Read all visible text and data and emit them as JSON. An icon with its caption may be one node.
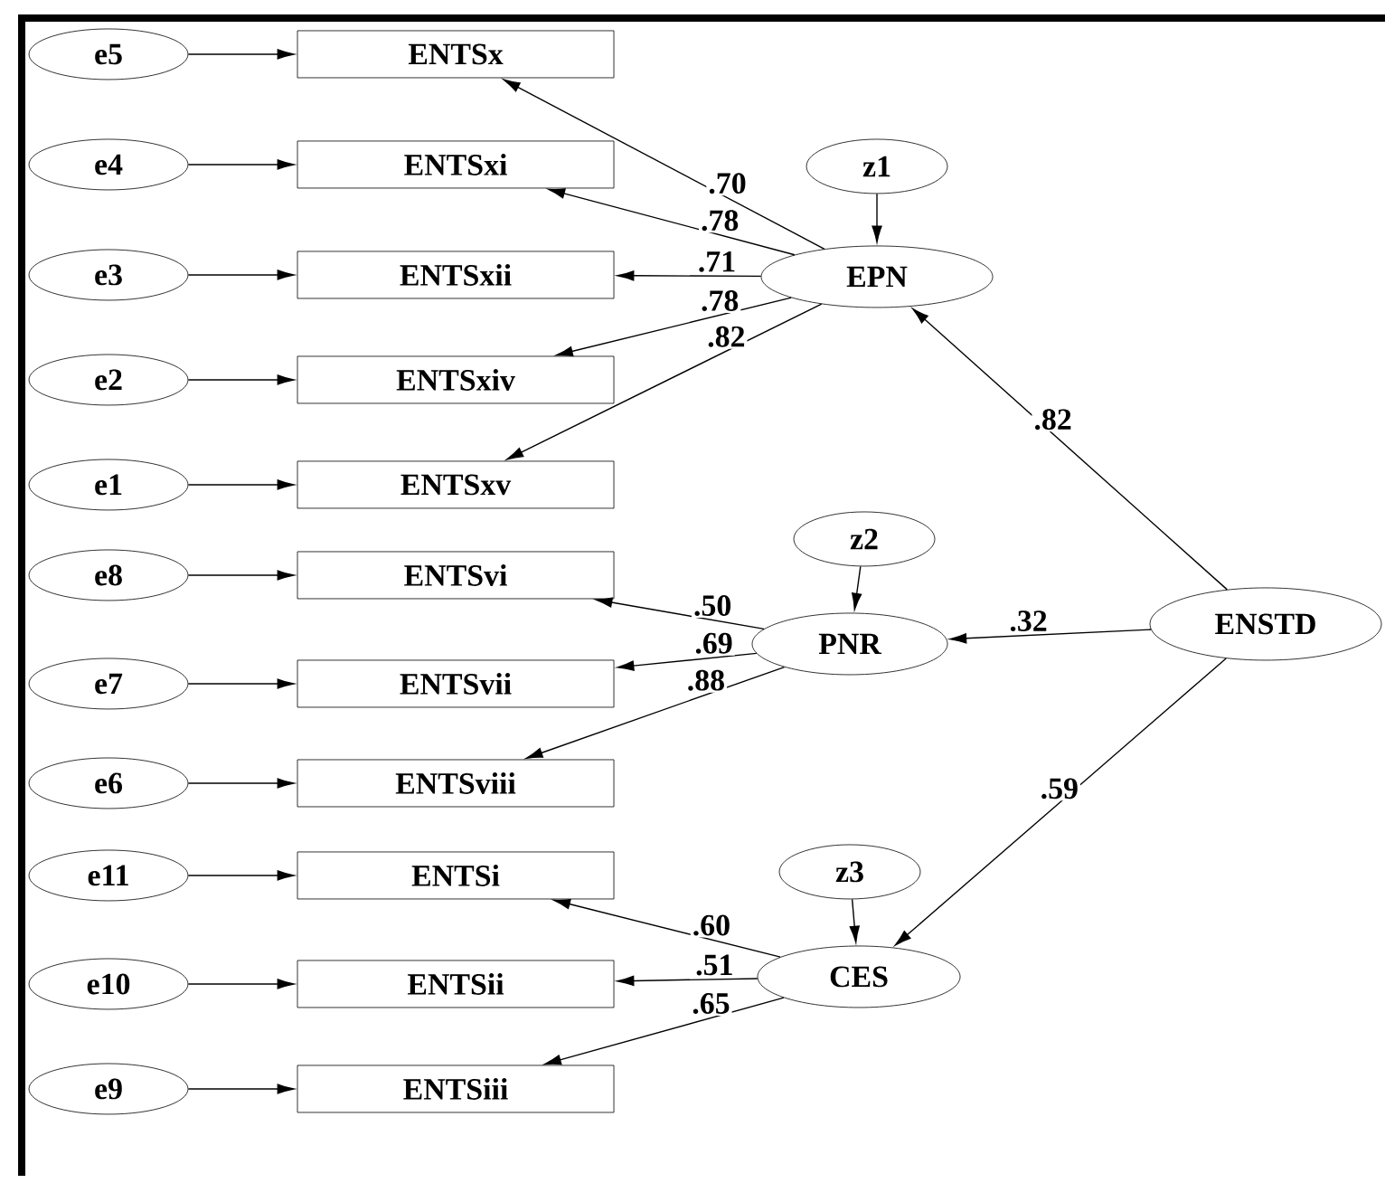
{
  "diagram": {
    "nodes": [
      {
        "text": [
          "e5"
        ]
      },
      {
        "text": [
          "e4"
        ]
      },
      {
        "text": [
          "e3"
        ]
      },
      {
        "text": [
          "e2"
        ]
      },
      {
        "text": [
          "e1"
        ]
      },
      {
        "text": [
          "e8"
        ]
      },
      {
        "text": [
          "e7"
        ]
      },
      {
        "text": [
          "e6"
        ]
      },
      {
        "text": [
          "e11"
        ]
      },
      {
        "text": [
          "e10"
        ]
      },
      {
        "text": [
          "e9"
        ]
      },
      {
        "text": [
          "ENTSx"
        ]
      },
      {
        "text": [
          "ENTSxi"
        ]
      },
      {
        "text": [
          "ENTSxii"
        ]
      },
      {
        "text": [
          "ENTSxiv"
        ]
      },
      {
        "text": [
          "ENTSxv"
        ]
      },
      {
        "text": [
          "ENTSvi"
        ]
      },
      {
        "text": [
          "ENTSvii"
        ]
      },
      {
        "text": [
          "ENTSviii"
        ]
      },
      {
        "text": [
          "ENTSi"
        ]
      },
      {
        "text": [
          "ENTSii"
        ]
      },
      {
        "text": [
          "ENTSiii"
        ]
      },
      {
        "text": [
          "z1"
        ]
      },
      {
        "text": [
          "EPN"
        ]
      },
      {
        "text": [
          "z2"
        ]
      },
      {
        "text": [
          "PNR"
        ]
      },
      {
        "text": [
          "z3"
        ]
      },
      {
        "text": [
          "CES"
        ]
      },
      {
        "text": [
          "ENSTD"
        ]
      }
    ],
    "edges": [
      {
        "from": 0,
        "to": 11,
        "arrow": "to"
      },
      {
        "from": 1,
        "to": 12,
        "arrow": "to"
      },
      {
        "from": 2,
        "to": 13,
        "arrow": "to"
      },
      {
        "from": 3,
        "to": 14,
        "arrow": "to"
      },
      {
        "from": 4,
        "to": 15,
        "arrow": "to"
      },
      {
        "from": 5,
        "to": 16,
        "arrow": "to"
      },
      {
        "from": 6,
        "to": 17,
        "arrow": "to"
      },
      {
        "from": 7,
        "to": 18,
        "arrow": "to"
      },
      {
        "from": 8,
        "to": 19,
        "arrow": "to"
      },
      {
        "from": 9,
        "to": 20,
        "arrow": "to"
      },
      {
        "from": 10,
        "to": 21,
        "arrow": "to"
      },
      {
        "from": 23,
        "to": 11,
        "arrow": "to",
        "label": ".70"
      },
      {
        "from": 23,
        "to": 12,
        "arrow": "to",
        "label": ".78"
      },
      {
        "from": 23,
        "to": 13,
        "arrow": "to",
        "label": ".71"
      },
      {
        "from": 23,
        "to": 14,
        "arrow": "to",
        "label": ".78"
      },
      {
        "from": 23,
        "to": 15,
        "arrow": "to",
        "label": ".82"
      },
      {
        "from": 25,
        "to": 16,
        "arrow": "to",
        "label": ".50"
      },
      {
        "from": 25,
        "to": 17,
        "arrow": "to",
        "label": ".69"
      },
      {
        "from": 25,
        "to": 18,
        "arrow": "to",
        "label": ".88"
      },
      {
        "from": 27,
        "to": 19,
        "arrow": "to",
        "label": ".60"
      },
      {
        "from": 27,
        "to": 20,
        "arrow": "to",
        "label": ".51"
      },
      {
        "from": 27,
        "to": 21,
        "arrow": "to",
        "label": ".65"
      },
      {
        "from": 22,
        "to": 23,
        "arrow": "to"
      },
      {
        "from": 24,
        "to": 25,
        "arrow": "to"
      },
      {
        "from": 26,
        "to": 27,
        "arrow": "to"
      },
      {
        "from": 28,
        "to": 23,
        "arrow": "to",
        "label": ".82"
      },
      {
        "from": 28,
        "to": 25,
        "arrow": "to",
        "label": ".32"
      },
      {
        "from": 28,
        "to": 27,
        "arrow": "to",
        "label": ".59"
      }
    ]
  }
}
